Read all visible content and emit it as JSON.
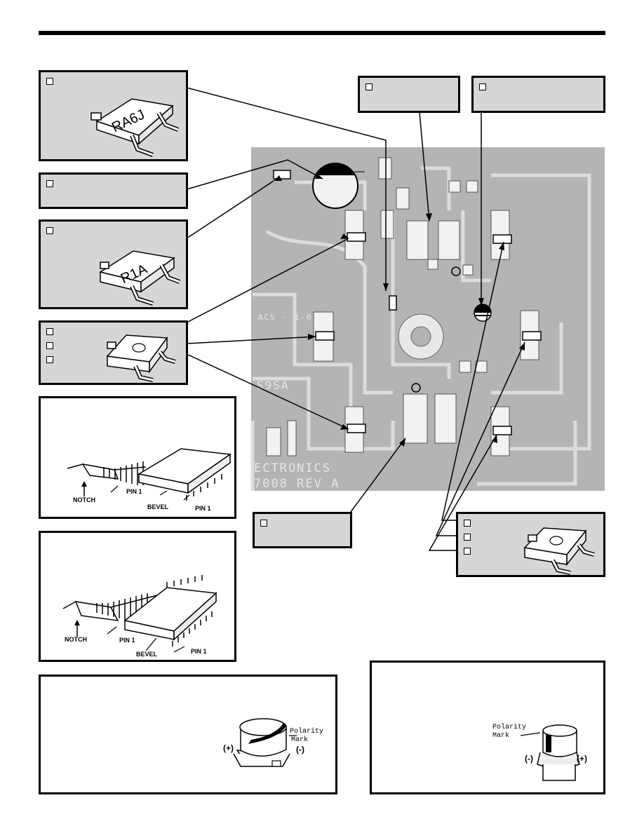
{
  "pcb": {
    "silk_code": "ACS - 1-0",
    "silk_brand": "ECTRONICS",
    "silk_board": "7008 REV A",
    "silk_part": "S9SA"
  },
  "sot23_markings": {
    "first": "RA6J",
    "second": "R1A"
  },
  "soic_labels": {
    "notch": "NOTCH",
    "pin1": "PIN 1",
    "bevel": "BEVEL"
  },
  "capacitor_labels": {
    "plus": "(+)",
    "minus": "(-)",
    "polarity_line1": "Polarity",
    "polarity_line2": "Mark"
  },
  "colors": {
    "border": "#000000",
    "callout_fill": "#d6d6d6",
    "pcb": "#b4b4b4",
    "pad": "#f2f2f2"
  }
}
